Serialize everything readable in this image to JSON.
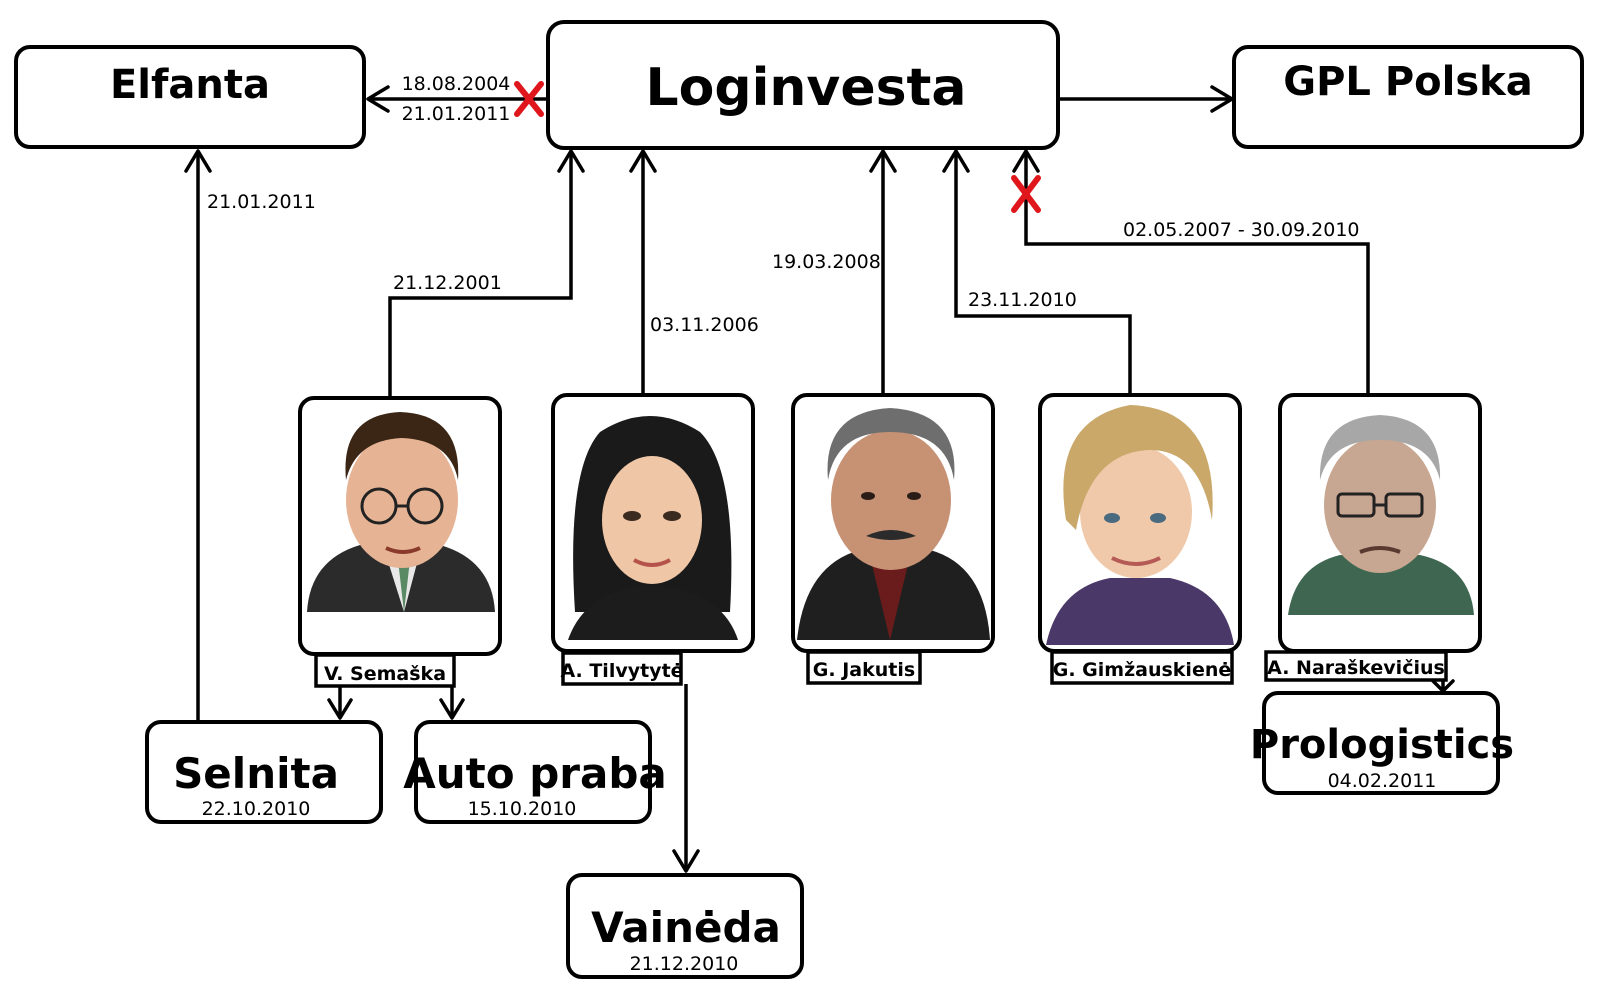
{
  "colors": {
    "stroke": "#000000",
    "background": "#ffffff",
    "cross": "#e0161d"
  },
  "companies": {
    "elfanta": "Elfanta",
    "loginvesta": "Loginvesta",
    "gpl_polska": "GPL Polska",
    "selnita": "Selnita",
    "auto_praba": "Auto praba",
    "vaineda": "Vainėda",
    "prologistics": "Prologistics"
  },
  "company_dates": {
    "selnita": "22.10.2010",
    "auto_praba": "15.10.2010",
    "vaineda": "21.12.2010",
    "prologistics": "04.02.2011"
  },
  "edge_dates": {
    "elfanta_start": "18.08.2004",
    "elfanta_end": "21.01.2011",
    "selnita_elfanta": "21.01.2011",
    "semaska": "21.12.2001",
    "tilvytyte": "03.11.2006",
    "jakutis": "19.03.2008",
    "gimzauskiene": "23.11.2010",
    "naraskevicius": "02.05.2007 - 30.09.2010"
  },
  "people": [
    {
      "id": "semaska",
      "name": "V. Semaška",
      "icon": "person-portrait-icon"
    },
    {
      "id": "tilvytyte",
      "name": "A. Tilvytytė",
      "icon": "person-portrait-icon"
    },
    {
      "id": "jakutis",
      "name": "G. Jakutis",
      "icon": "person-portrait-icon"
    },
    {
      "id": "gimzauskiene",
      "name": "G. Gimžauskienė",
      "icon": "person-portrait-icon"
    },
    {
      "id": "naraskevicius",
      "name": "A. Naraškevičius",
      "icon": "person-portrait-icon"
    }
  ]
}
